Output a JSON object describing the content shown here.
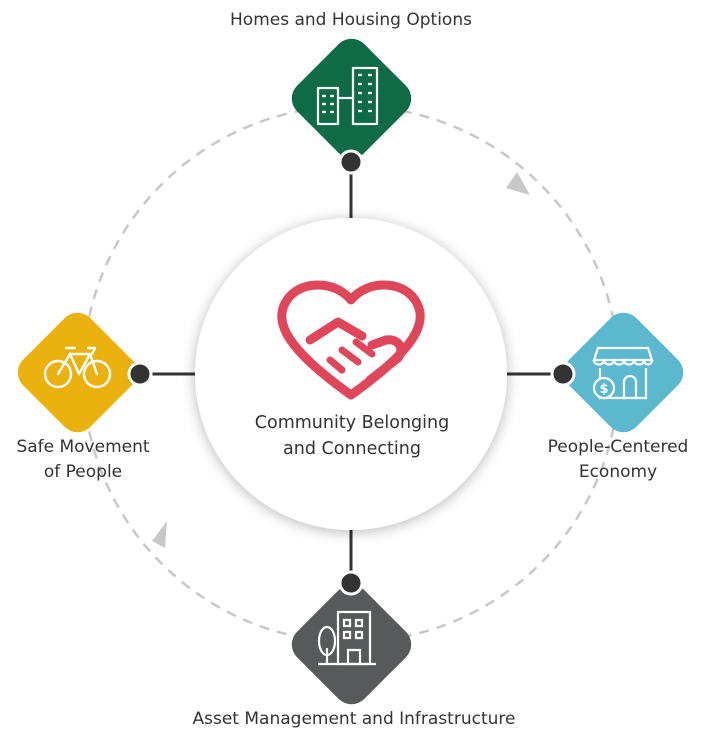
{
  "center": {
    "line1": "Community Belonging",
    "line2": "and Connecting",
    "icon": "handshake-heart-icon",
    "color": "#e0465a"
  },
  "nodes": {
    "top": {
      "label": "Homes and Housing Options",
      "icon": "buildings-icon",
      "color": "#0e6b46"
    },
    "right": {
      "label1": "People-Centered",
      "label2": "Economy",
      "icon": "storefront-icon",
      "color": "#5bb8cf"
    },
    "bottom": {
      "label": "Asset Management and Infrastructure",
      "icon": "building-tree-icon",
      "color": "#58595b"
    },
    "left": {
      "label1": "Safe Movement",
      "label2": "of People",
      "icon": "bicycle-icon",
      "color": "#eab10f"
    }
  }
}
